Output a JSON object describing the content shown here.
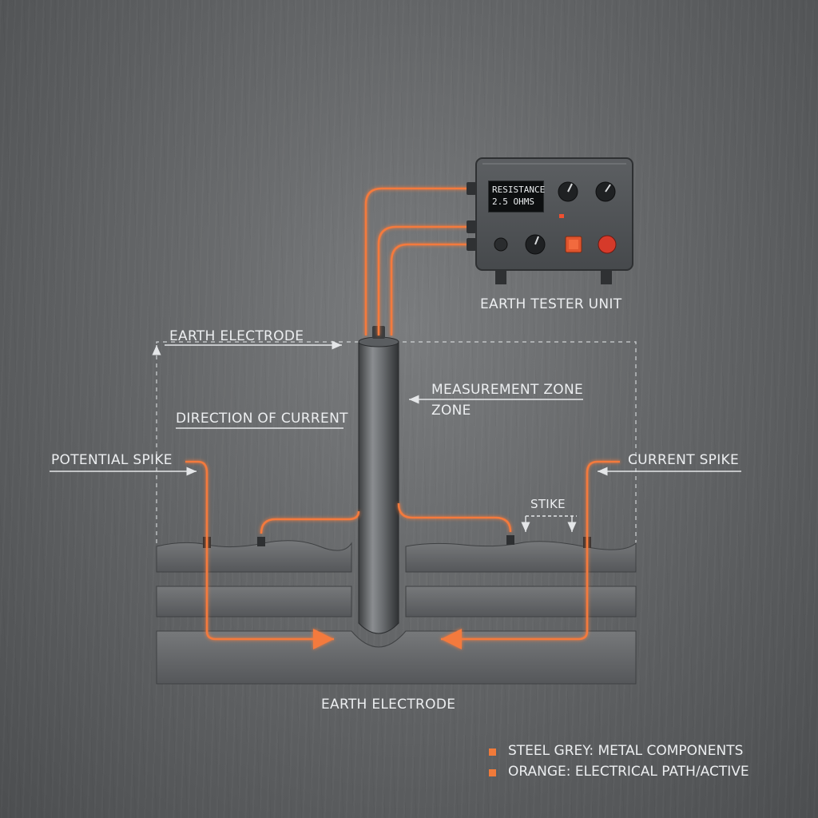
{
  "colors": {
    "steel": "#7d8083",
    "orange": "#f47a3c",
    "background": "#646668",
    "label": "#eceef0"
  },
  "tester": {
    "title": "EARTH TESTER UNIT",
    "display_line1": "RESISTANCE",
    "display_line2": "2.5 OHMS"
  },
  "labels": {
    "earth_electrode_top": "EARTH ELECTRODE",
    "direction_of_current": "DIRECTION OF CURRENT",
    "measurement_zone_line1": "MEASUREMENT ZONE",
    "measurement_zone_line2": "ZONE",
    "potential_spike": "POTENTIAL SPIKE",
    "current_spike": "CURRENT SPIKE",
    "strike": "STIKE",
    "earth_electrode_bottom": "EARTH ELECTRODE"
  },
  "legend": [
    {
      "text": "STEEL GREY: METAL COMPONENTS",
      "color": "#f07a3a"
    },
    {
      "text": "ORANGE: ELECTRICAL PATH/ACTIVE",
      "color": "#f07a3a"
    }
  ],
  "icons": [
    "knob-icon",
    "knob-icon",
    "knob-icon",
    "button-icon",
    "stop-button-icon"
  ]
}
